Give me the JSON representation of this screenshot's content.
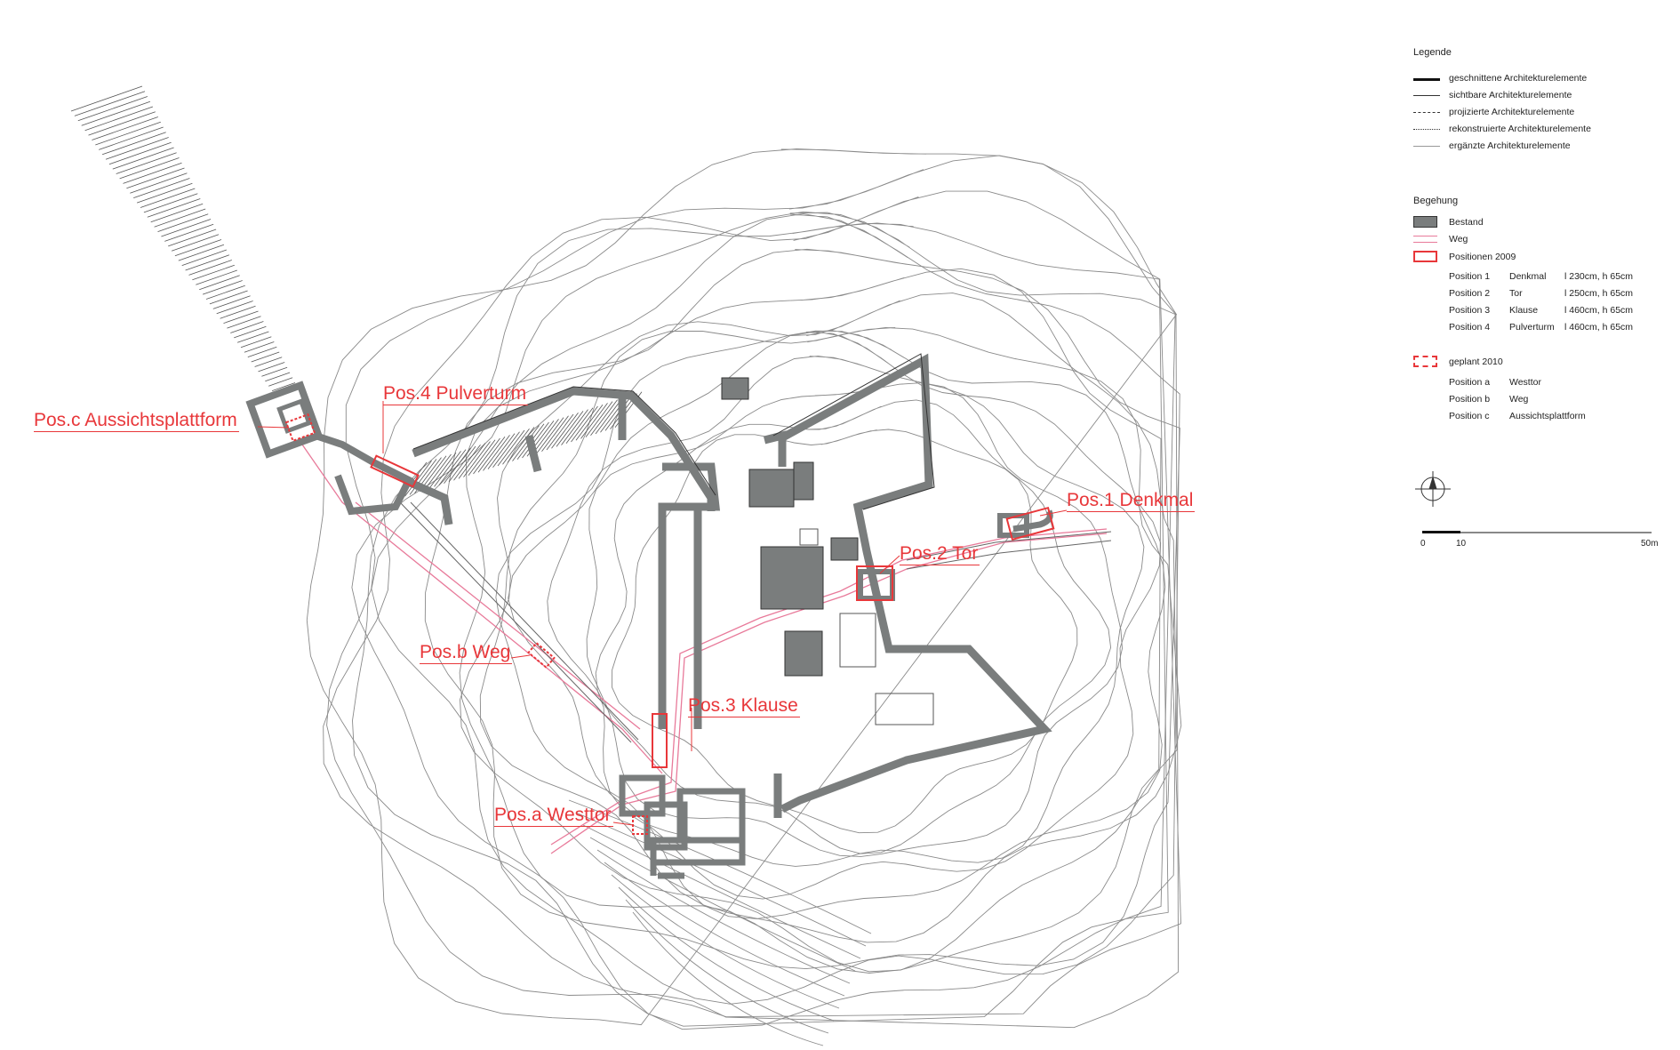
{
  "colors": {
    "red": "#e8373a",
    "wall": "#7a7d7d",
    "wall_edge": "#4a4c4c",
    "contour": "#8a8a8a",
    "path_pink": "#e87a9a"
  },
  "plan_labels": [
    {
      "id": "pos-1",
      "text": "Pos.1  Denkmal"
    },
    {
      "id": "pos-2",
      "text": "Pos.2  Tor"
    },
    {
      "id": "pos-3",
      "text": "Pos.3  Klause"
    },
    {
      "id": "pos-4",
      "text": "Pos.4 Pulverturm"
    },
    {
      "id": "pos-a",
      "text": "Pos.a  Westtor"
    },
    {
      "id": "pos-b",
      "text": "Pos.b  Weg"
    },
    {
      "id": "pos-c",
      "text": "Pos.c  Aussichtsplattform"
    }
  ],
  "legend": {
    "title": "Legende",
    "lines": [
      "geschnittene Architekturelemente",
      "sichtbare Architekturelemente",
      "projizierte Architekturelemente",
      "rekonstruierte Architekturelemente",
      "ergänzte Architekturelemente"
    ],
    "begehung_title": "Begehung",
    "begehung": [
      "Bestand",
      "Weg",
      "Positionen 2009"
    ],
    "positions_2009": [
      {
        "pos": "Position 1",
        "name": "Denkmal",
        "size": "l 230cm, h 65cm"
      },
      {
        "pos": "Position 2",
        "name": "Tor",
        "size": "l 250cm, h 65cm"
      },
      {
        "pos": "Position 3",
        "name": "Klause",
        "size": "l 460cm, h 65cm"
      },
      {
        "pos": "Position 4",
        "name": "Pulverturm",
        "size": "l 460cm, h 65cm"
      }
    ],
    "planned_title": "geplant 2010",
    "positions_2010": [
      {
        "pos": "Position a",
        "name": "Westtor"
      },
      {
        "pos": "Position b",
        "name": "Weg"
      },
      {
        "pos": "Position c",
        "name": "Aussichtsplattform"
      }
    ]
  },
  "scale": {
    "labels": [
      "0",
      "10",
      "50m"
    ]
  }
}
